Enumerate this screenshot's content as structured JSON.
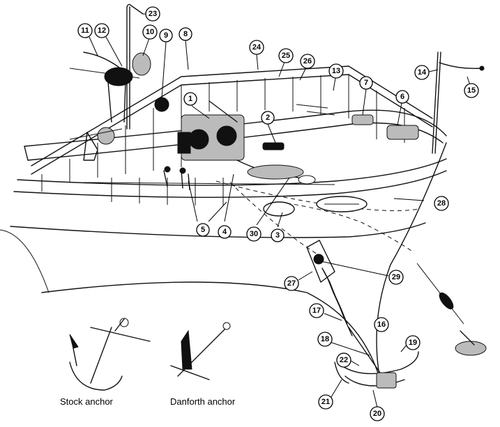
{
  "callouts": [
    {
      "n": "1"
    },
    {
      "n": "2"
    },
    {
      "n": "3"
    },
    {
      "n": "4"
    },
    {
      "n": "5"
    },
    {
      "n": "6"
    },
    {
      "n": "7"
    },
    {
      "n": "8"
    },
    {
      "n": "9"
    },
    {
      "n": "10"
    },
    {
      "n": "11"
    },
    {
      "n": "12"
    },
    {
      "n": "13"
    },
    {
      "n": "14"
    },
    {
      "n": "15"
    },
    {
      "n": "16"
    },
    {
      "n": "17"
    },
    {
      "n": "18"
    },
    {
      "n": "19"
    },
    {
      "n": "20"
    },
    {
      "n": "21"
    },
    {
      "n": "22"
    },
    {
      "n": "23"
    },
    {
      "n": "24"
    },
    {
      "n": "25"
    },
    {
      "n": "26"
    },
    {
      "n": "27"
    },
    {
      "n": "28"
    },
    {
      "n": "29"
    },
    {
      "n": "30"
    }
  ],
  "captions": {
    "stock_anchor": "Stock anchor",
    "danforth_anchor": "Danforth anchor"
  }
}
